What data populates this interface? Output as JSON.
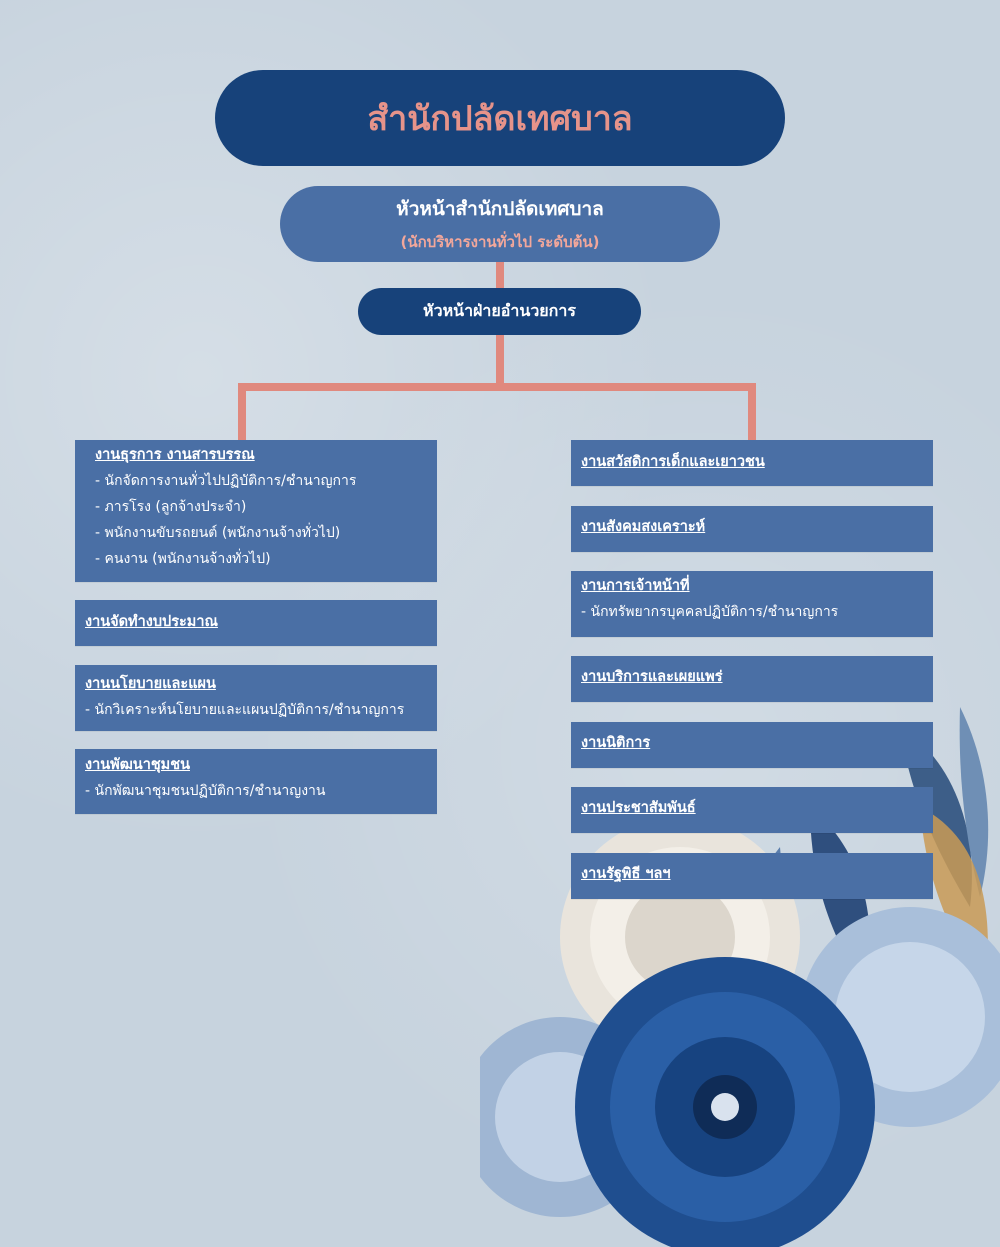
{
  "title": "สำนักปลัดเทศบาล",
  "head": {
    "title": "หัวหน้าสำนักปลัดเทศบาล",
    "subtitle": "(นักบริหารงานทั่วไป ระดับต้น)"
  },
  "admin": "หัวหน้าฝ่ายอำนวยการ",
  "left_units": [
    {
      "title": "งานธุรการ งานสารบรรณ",
      "items": [
        "- นักจัดการงานทั่วไปปฏิบัติการ/ชำนาญการ",
        "- ภารโรง (ลูกจ้างประจำ)",
        "- พนักงานขับรถยนต์ (พนักงานจ้างทั่วไป)",
        "- คนงาน (พนักงานจ้างทั่วไป)"
      ]
    },
    {
      "title": "งานจัดทำงบประมาณ",
      "items": []
    },
    {
      "title": "งานนโยบายและแผน",
      "items": [
        "- นักวิเคราะห์นโยบายและแผนปฏิบัติการ/ชำนาญการ"
      ]
    },
    {
      "title": "งานพัฒนาชุมชน",
      "items": [
        "- นักพัฒนาชุมชนปฏิบัติการ/ชำนาญงาน"
      ]
    }
  ],
  "right_units": [
    {
      "title": "งานสวัสดิการเด็กและเยาวชน",
      "items": []
    },
    {
      "title": "งานสังคมสงเคราะห์",
      "items": []
    },
    {
      "title": "งานการเจ้าหน้าที่",
      "items": [
        "- นักทรัพยากรบุคคลปฏิบัติการ/ชำนาญการ"
      ]
    },
    {
      "title": "งานบริการและเผยแพร่",
      "items": []
    },
    {
      "title": "งานนิติการ",
      "items": []
    },
    {
      "title": "งานประชาสัมพันธ์",
      "items": []
    },
    {
      "title": "งานรัฐพิธี ฯลฯ",
      "items": []
    }
  ],
  "colors": {
    "navy": "#17427a",
    "box_blue": "#4a6fa5",
    "connector": "#e0897e",
    "title_text": "#e6938a"
  }
}
